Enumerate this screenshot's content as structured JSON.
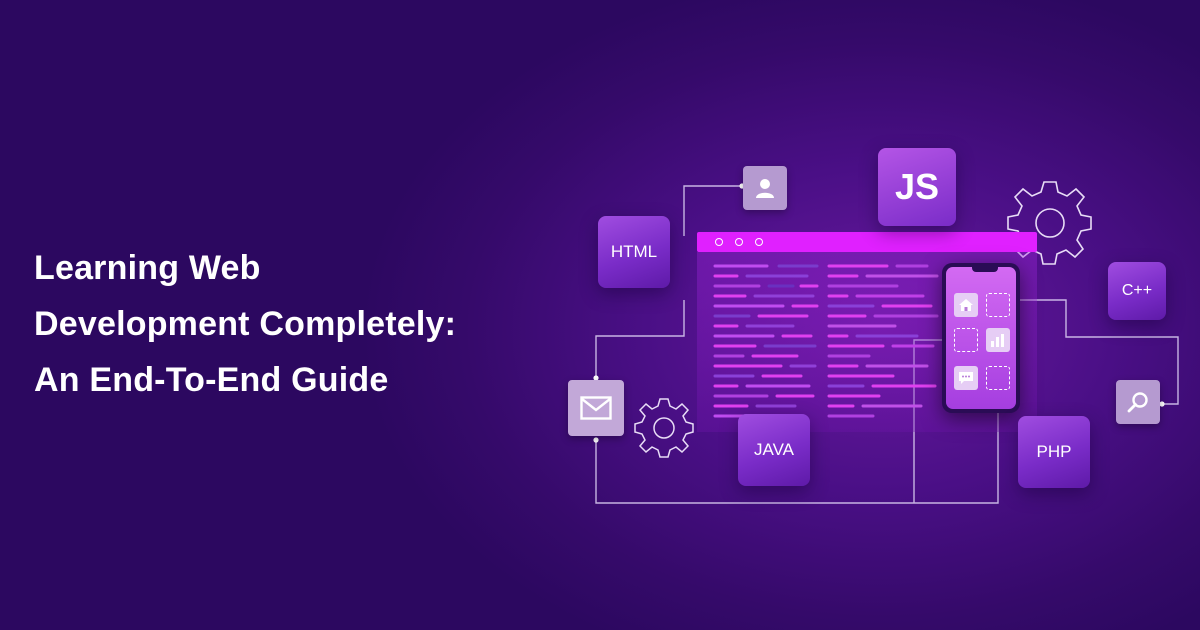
{
  "headline": {
    "line1": "Learning Web",
    "line2": "Development Completely:",
    "line3": "An End-To-End Guide"
  },
  "tiles": {
    "html": "HTML",
    "js": "JS",
    "java": "JAVA",
    "php": "PHP",
    "cpp": "C++"
  },
  "icons": [
    "user-icon",
    "mail-icon",
    "gear-icon",
    "search-icon",
    "home-icon",
    "bar-chart-icon",
    "chat-icon"
  ],
  "colors": {
    "background": "#3a0b72",
    "accent": "#e020ff",
    "tile": "#8a35d2"
  }
}
